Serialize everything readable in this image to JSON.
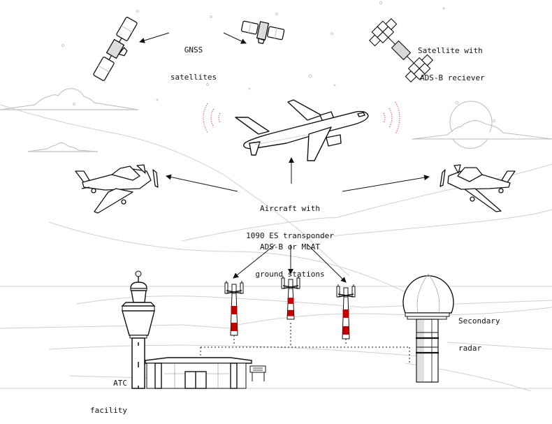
{
  "diagram": {
    "title": "ADS-B surveillance overview",
    "colors": {
      "ink": "#111111",
      "line_light": "#c8c8c8",
      "accent_red": "#c00000",
      "signal_red": "#e05050",
      "panel_gray": "#e0e0e0"
    },
    "labels": {
      "gnss": {
        "line1": "GNSS",
        "line2": "satellites"
      },
      "sat_adsb": {
        "line1": "Satellite with",
        "line2": "ADS-B reciever"
      },
      "aircraft": {
        "line1": "Aircraft with",
        "line2": "1090 ES transponder"
      },
      "ground": {
        "line1": "ADS-B or MLAT",
        "line2": "ground stations"
      },
      "radar": {
        "line1": "Secondary",
        "line2": "radar"
      },
      "atc": {
        "line1": "ATC",
        "line2": "facility"
      }
    },
    "nodes": [
      {
        "id": "gnss-satellite-left",
        "type": "satellite"
      },
      {
        "id": "gnss-satellite-right",
        "type": "satellite"
      },
      {
        "id": "adsb-satellite",
        "type": "satellite"
      },
      {
        "id": "jet-aircraft",
        "type": "aircraft"
      },
      {
        "id": "small-plane-left",
        "type": "aircraft"
      },
      {
        "id": "small-plane-right",
        "type": "aircraft"
      },
      {
        "id": "ground-station-1",
        "type": "antenna-tower"
      },
      {
        "id": "ground-station-2",
        "type": "antenna-tower"
      },
      {
        "id": "ground-station-3",
        "type": "antenna-tower"
      },
      {
        "id": "secondary-radar",
        "type": "radar"
      },
      {
        "id": "atc-tower",
        "type": "control-tower"
      },
      {
        "id": "atc-building",
        "type": "building"
      }
    ],
    "edges": [
      {
        "from": "gnss-label",
        "to": "gnss-satellite-left",
        "style": "arrow"
      },
      {
        "from": "gnss-label",
        "to": "gnss-satellite-right",
        "style": "arrow"
      },
      {
        "from": "aircraft-label",
        "to": "jet-aircraft",
        "style": "arrow"
      },
      {
        "from": "aircraft-label",
        "to": "small-plane-left",
        "style": "arrow"
      },
      {
        "from": "aircraft-label",
        "to": "small-plane-right",
        "style": "arrow"
      },
      {
        "from": "ground-label",
        "to": "ground-station-1",
        "style": "arrow"
      },
      {
        "from": "ground-label",
        "to": "ground-station-2",
        "style": "arrow"
      },
      {
        "from": "ground-label",
        "to": "ground-station-3",
        "style": "arrow"
      },
      {
        "from": "ground-stations",
        "to": "atc-building",
        "style": "dotted"
      },
      {
        "from": "secondary-radar",
        "to": "atc-building",
        "style": "dotted"
      }
    ]
  }
}
